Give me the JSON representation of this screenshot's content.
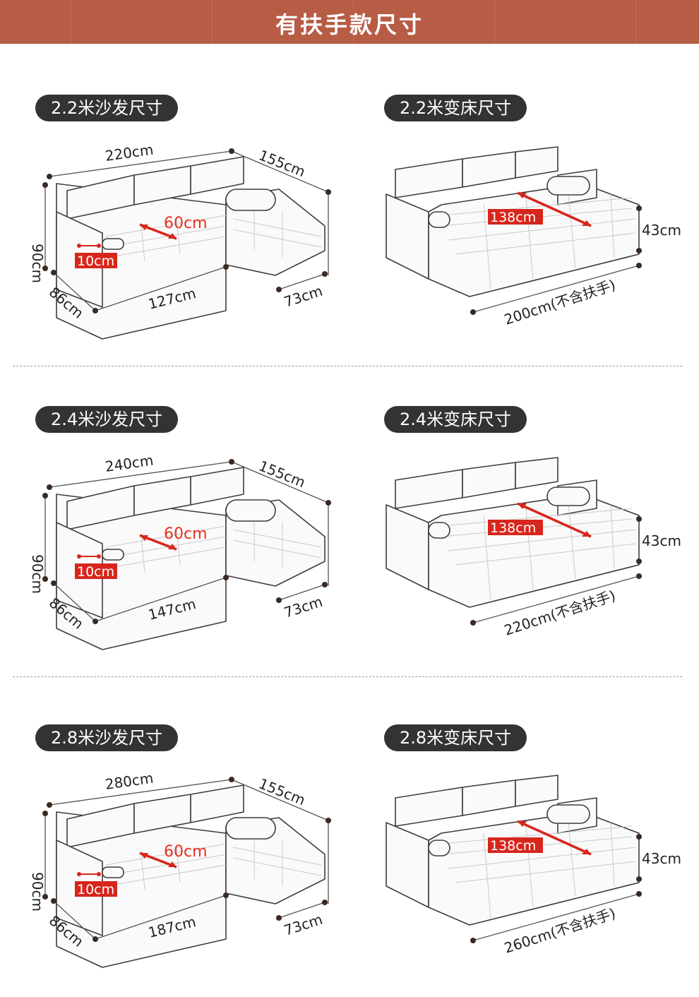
{
  "header": {
    "title": "有扶手款尺寸"
  },
  "sections": [
    {
      "sofa": {
        "pill": "2.2米沙发尺寸",
        "length": "220cm",
        "depth_chaise": "155cm",
        "height": "90cm",
        "seat_depth": "60cm",
        "armrest": "10cm",
        "seat_width": "127cm",
        "depth": "86cm",
        "chaise_width": "73cm"
      },
      "bed": {
        "pill": "2.2米变床尺寸",
        "width": "138cm",
        "height": "43cm",
        "length": "200cm(不含扶手)"
      }
    },
    {
      "sofa": {
        "pill": "2.4米沙发尺寸",
        "length": "240cm",
        "depth_chaise": "155cm",
        "height": "90cm",
        "seat_depth": "60cm",
        "armrest": "10cm",
        "seat_width": "147cm",
        "depth": "86cm",
        "chaise_width": "73cm"
      },
      "bed": {
        "pill": "2.4米变床尺寸",
        "width": "138cm",
        "height": "43cm",
        "length": "220cm(不含扶手)"
      }
    },
    {
      "sofa": {
        "pill": "2.8米沙发尺寸",
        "length": "280cm",
        "depth_chaise": "155cm",
        "height": "90cm",
        "seat_depth": "60cm",
        "armrest": "10cm",
        "seat_width": "187cm",
        "depth": "86cm",
        "chaise_width": "73cm"
      },
      "bed": {
        "pill": "2.8米变床尺寸",
        "width": "138cm",
        "height": "43cm",
        "length": "260cm(不含扶手)"
      }
    }
  ],
  "colors": {
    "header": "#b75c45",
    "pill": "#333333",
    "accent_red": "#e8311f",
    "tag_red": "#d7261c"
  }
}
